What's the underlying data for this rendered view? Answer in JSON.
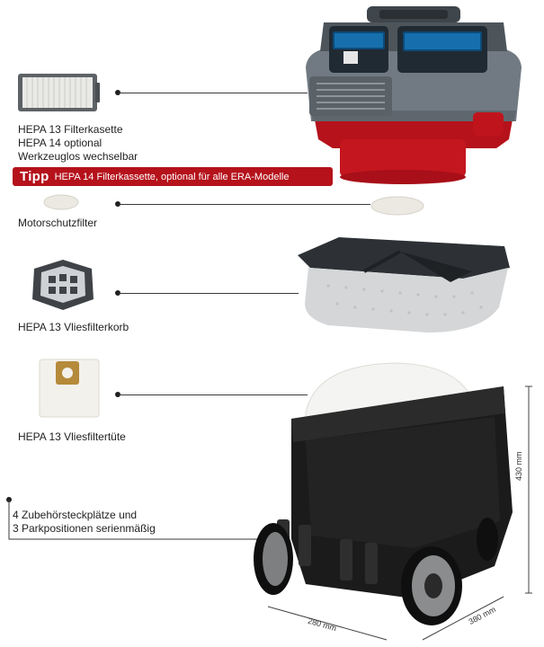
{
  "labels": {
    "hepa13_filter": [
      "HEPA 13 Filterkasette",
      "HEPA 14 optional",
      "Werkzeuglos wechselbar"
    ],
    "motor_filter": "Motorschutzfilter",
    "basket": "HEPA 13 Vliesfilterkorb",
    "bag": "HEPA 13 Vliesfiltertüte",
    "accessory": [
      "4 Zubehörsteckplätze und",
      "3 Parkpositionen serienmäßig"
    ]
  },
  "tip": {
    "word": "Tipp",
    "text": "HEPA 14 Filterkassette, optional für alle ERA-Modelle"
  },
  "dimensions": {
    "height": "430 mm",
    "width": "280 mm",
    "depth": "380 mm"
  },
  "colors": {
    "brand_red": "#b5121b",
    "housing_grey": "#6f767d",
    "body_black": "#1b1b1b"
  }
}
